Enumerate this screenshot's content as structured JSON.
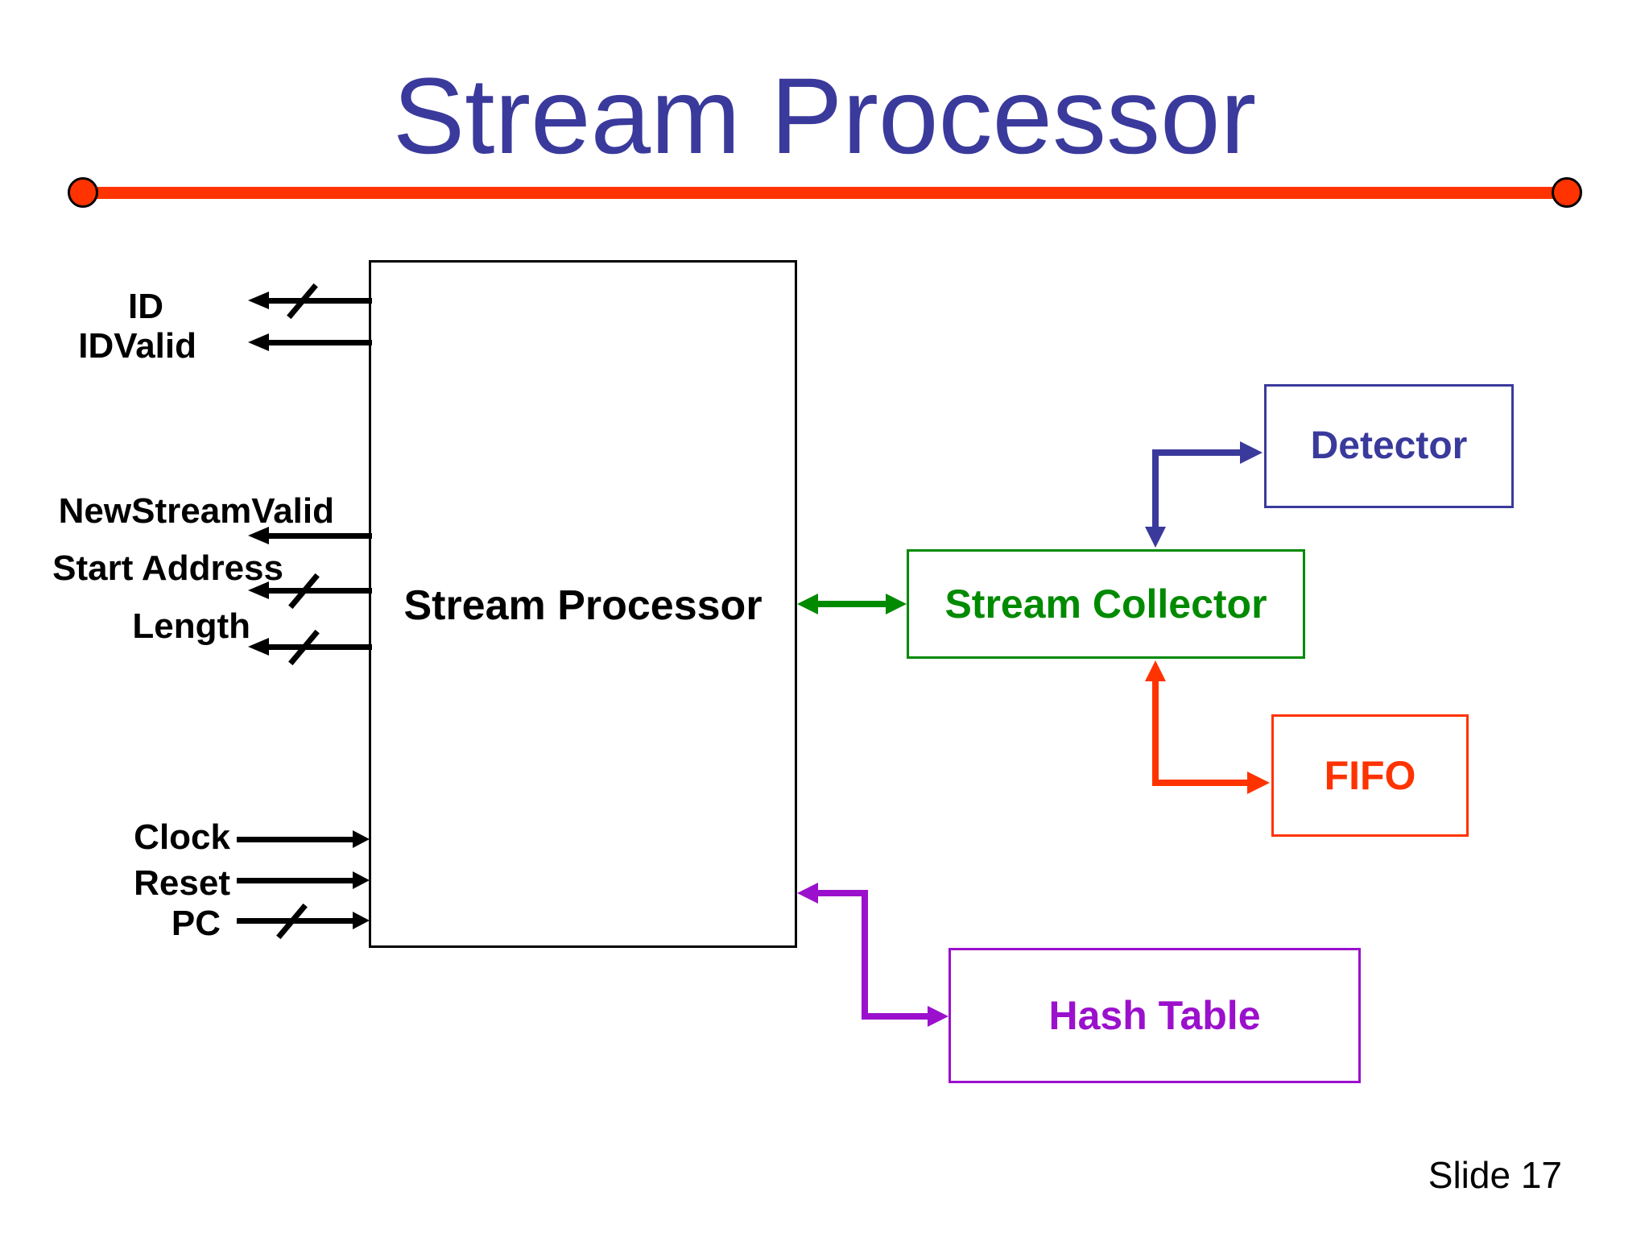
{
  "slide": {
    "title": "Stream Processor",
    "number": "Slide 17"
  },
  "main_box": {
    "label": "Stream Processor"
  },
  "signals": [
    {
      "label": "ID",
      "direction": "out",
      "bus": true
    },
    {
      "label": "IDValid",
      "direction": "out",
      "bus": false
    },
    {
      "label": "NewStreamValid",
      "direction": "out",
      "bus": false
    },
    {
      "label": "Start Address",
      "direction": "out",
      "bus": true
    },
    {
      "label": "Length",
      "direction": "out",
      "bus": true
    },
    {
      "label": "Clock",
      "direction": "in",
      "bus": false
    },
    {
      "label": "Reset",
      "direction": "in",
      "bus": false
    },
    {
      "label": "PC",
      "direction": "in",
      "bus": true
    }
  ],
  "components": {
    "detector": {
      "label": "Detector",
      "color": "#3a3a9c"
    },
    "stream_collector": {
      "label": "Stream Collector",
      "color": "#008a00"
    },
    "fifo": {
      "label": "FIFO",
      "color": "#ff3300"
    },
    "hash_table": {
      "label": "Hash Table",
      "color": "#9b10cc"
    }
  },
  "connectors": [
    {
      "from": "stream_processor",
      "to": "stream_collector",
      "color": "#008a00",
      "bidirectional": true
    },
    {
      "from": "stream_collector",
      "to": "detector",
      "color": "#3a3a9c",
      "bidirectional": true
    },
    {
      "from": "stream_collector",
      "to": "fifo",
      "color": "#ff3300",
      "bidirectional": true
    },
    {
      "from": "stream_processor",
      "to": "hash_table",
      "color": "#9b10cc",
      "bidirectional": true
    }
  ],
  "colors": {
    "title": "#3a3a9c",
    "rule": "#ff3300",
    "signal_lines": "#000000"
  }
}
